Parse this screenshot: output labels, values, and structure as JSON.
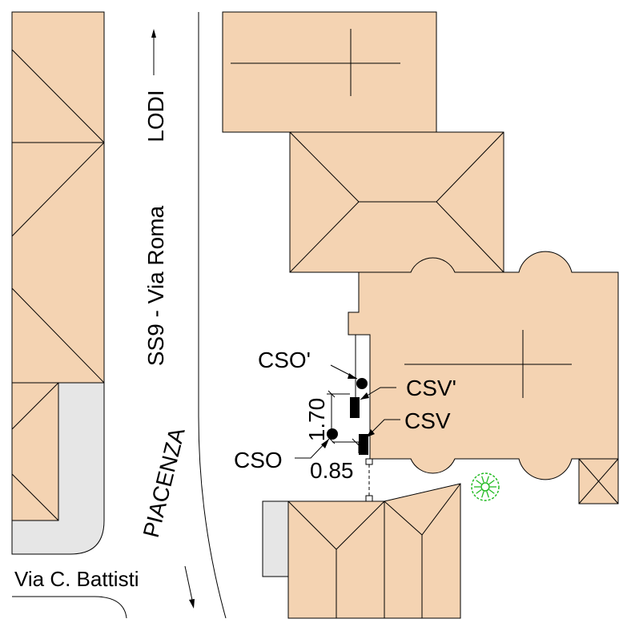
{
  "colors": {
    "building_fill": "#f4d3b2",
    "pavement_fill": "#e6e6e6",
    "line": "#000000",
    "tree": "#22bb22",
    "background": "#ffffff"
  },
  "labels": {
    "road_main": "SS9  -  Via Roma",
    "north_dir": "LODI",
    "south_dir": "PIACENZA",
    "side_street": "Via C. Battisti"
  },
  "points": {
    "cso_prime": "CSO'",
    "csv_prime": "CSV'",
    "csv": "CSV",
    "cso": "CSO"
  },
  "dimensions": {
    "vertical": "1.70",
    "horizontal": "0.85"
  },
  "icons": {
    "north_arrow": "arrow-up-icon",
    "south_arrow": "arrow-down-icon",
    "tree": "tree-symbol-icon"
  }
}
